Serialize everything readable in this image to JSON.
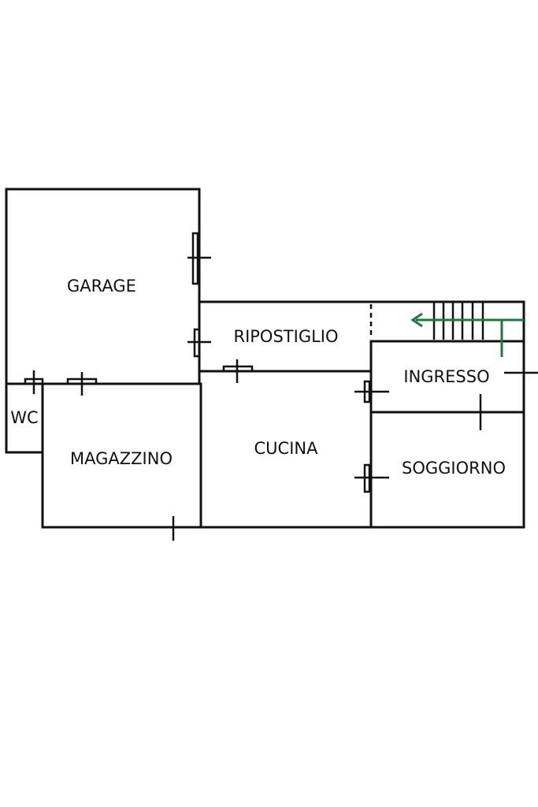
{
  "floor_plan": {
    "rooms": {
      "garage": "GARAGE",
      "ripostiglio": "RIPOSTIGLIO",
      "ingresso": "INGRESSO",
      "wc": "WC",
      "magazzino": "MAGAZZINO",
      "cucina": "CUCINA",
      "soggiorno": "SOGGIORNO"
    },
    "colors": {
      "walls": "#111111",
      "entrance_arrow": "#1e7a3c",
      "background": "#ffffff"
    }
  }
}
